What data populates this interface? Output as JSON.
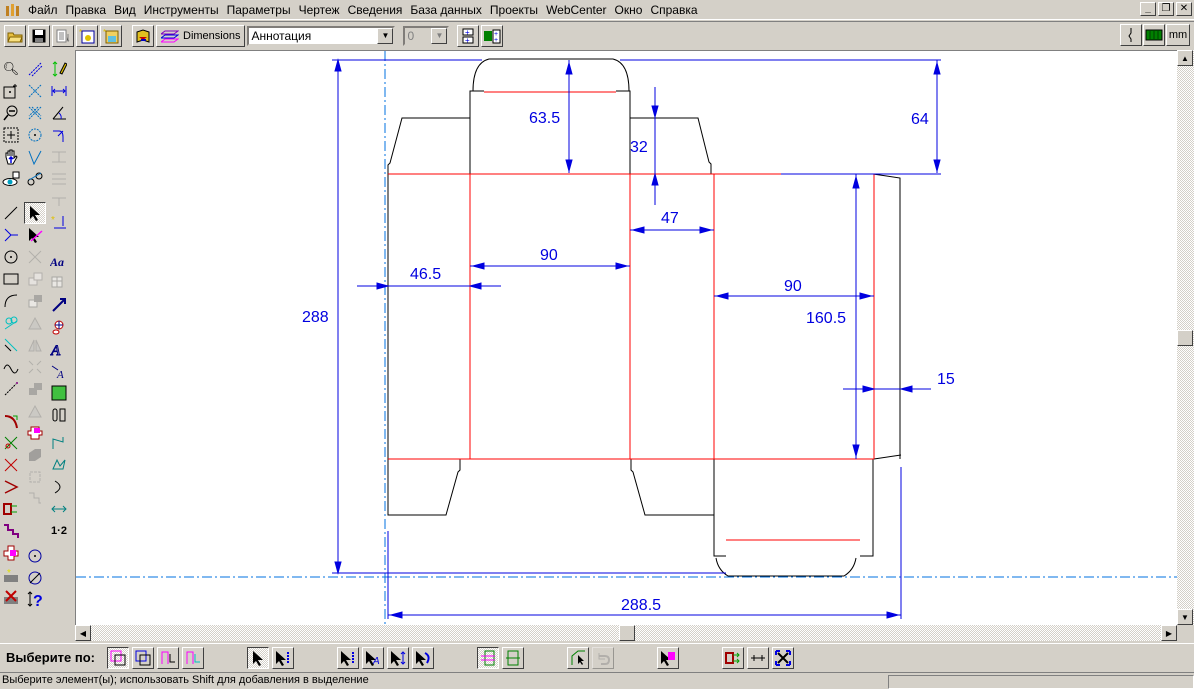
{
  "menubar": {
    "items": [
      "Файл",
      "Правка",
      "Вид",
      "Инструменты",
      "Параметры",
      "Чертеж",
      "Сведения",
      "База данных",
      "Проекты",
      "WebCenter",
      "Окно",
      "Справка"
    ],
    "window_controls": {
      "minimize": "_",
      "restore": "❐",
      "close": "✕"
    }
  },
  "toolbar": {
    "dimensions_label": "Dimensions",
    "layer_select": "Аннотация",
    "number_select": "0",
    "units_label": "mm"
  },
  "drawing": {
    "dimensions": {
      "top_flap_height": "63.5",
      "dust_flap_height": "32",
      "overall_top": "64",
      "side_width": "47",
      "panel_width_front": "90",
      "glue_flap": "46.5",
      "panel_width_back": "90",
      "panel_height": "160.5",
      "tuck_flap": "15",
      "overall_height": "288",
      "overall_width": "288.5"
    },
    "colors": {
      "dimension": "#0000e0",
      "crease": "#ff0000",
      "cut": "#000000",
      "centerline": "#0070e0"
    }
  },
  "selectbar": {
    "label": "Выберите по:"
  },
  "status": {
    "message": "Выберите элемент(ы); использовать Shift для добавления в выделение"
  }
}
